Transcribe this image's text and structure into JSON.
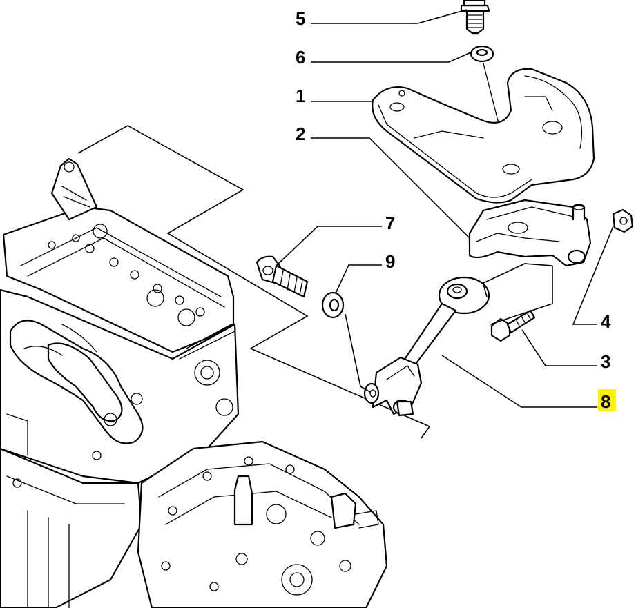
{
  "callouts": [
    {
      "id": "c5",
      "label": "5"
    },
    {
      "id": "c6",
      "label": "6"
    },
    {
      "id": "c1",
      "label": "1"
    },
    {
      "id": "c2",
      "label": "2"
    },
    {
      "id": "c7",
      "label": "7"
    },
    {
      "id": "c9",
      "label": "9"
    },
    {
      "id": "c4",
      "label": "4"
    },
    {
      "id": "c3",
      "label": "3"
    },
    {
      "id": "c8",
      "label": "8"
    }
  ],
  "highlight": {
    "label": "8",
    "color": "#fff200"
  }
}
